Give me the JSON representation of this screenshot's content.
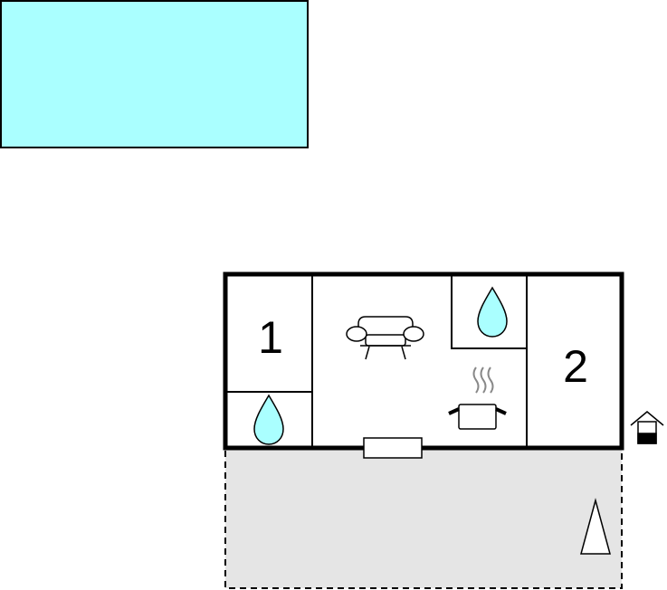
{
  "rooms": [
    {
      "label": "1",
      "type": "bedroom"
    },
    {
      "label": "2",
      "type": "bedroom"
    }
  ],
  "icons": {
    "pool": "swimming-pool",
    "terrace": "terrace",
    "living": "sofa-icon",
    "kitchen": "cooking-pot-icon",
    "bathroom": "water-drop-icon",
    "well": "well-icon",
    "tree": "tree-icon"
  },
  "colors": {
    "pool_fill": "#aaffff",
    "terrace_fill": "#e5e5e5",
    "wall": "#000000",
    "steam": "#888888",
    "background": "#ffffff"
  }
}
